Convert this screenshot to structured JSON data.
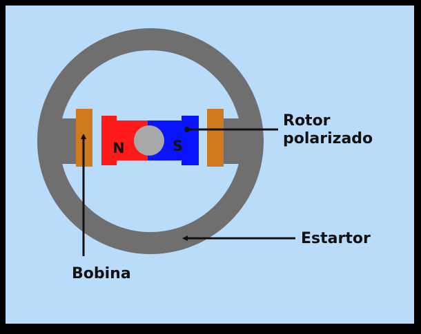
{
  "diagram": {
    "labels": {
      "rotor_line1": "Rotor",
      "rotor_line2": "polarizado",
      "stator": "Estartor",
      "coil": "Bobina",
      "north": "N",
      "south": "S"
    },
    "colors": {
      "frame": "#000000",
      "background": "#b9dcfb",
      "stator": "#6f6f6f",
      "coil": "#d07a1f",
      "north_pole": "#ff1a1a",
      "south_pole": "#0a14ff",
      "shaft": "#a8a8a8",
      "text": "#111111"
    }
  }
}
